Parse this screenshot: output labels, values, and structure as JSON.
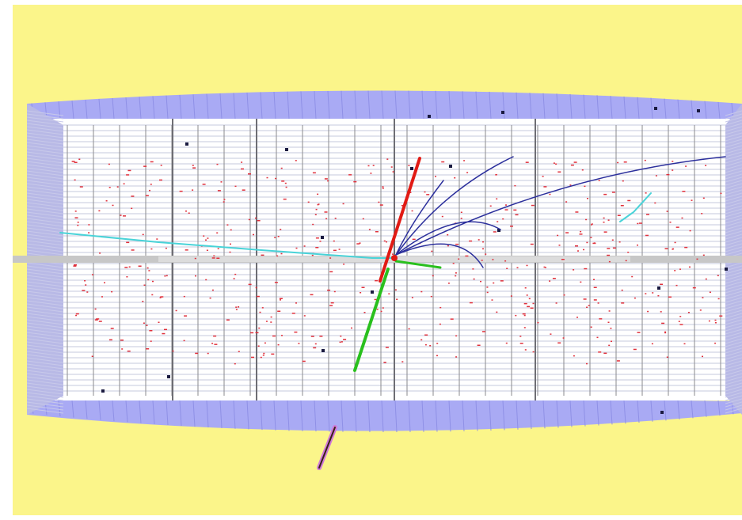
{
  "scene": {
    "description_type": "event-display",
    "colors": {
      "frame": "#ffffff",
      "background": "#fbf58a",
      "detector_band": "#a9aaf4",
      "detector_band_dark": "#8f90e6",
      "detector_body": "#ffffff",
      "grid_line": "#8a8a8e",
      "grid_line_light": "#c6c8dc",
      "end_cap": "#b8b9e6",
      "beam_pipe": "#c7c7c7",
      "hit": "#e0313c",
      "dark_hit": "#1a1a40",
      "track_blue": "#2b2f9c",
      "track_cyan": "#49d3d8",
      "track_red": "#e11a14",
      "track_green": "#29c01e",
      "muon_outer": "#d07ad8",
      "muon_inner": "#3a2218"
    },
    "tracks": [
      {
        "name": "red-jet-track",
        "color_key": "track_red"
      },
      {
        "name": "green-jet-track",
        "color_key": "track_green"
      },
      {
        "name": "cyan-track-left",
        "color_key": "track_cyan"
      },
      {
        "name": "cyan-track-right",
        "color_key": "track_cyan"
      },
      {
        "name": "blue-curved-track",
        "color_key": "track_blue"
      },
      {
        "name": "muon-track",
        "color_key": "muon_outer"
      }
    ],
    "icons": [
      "detector-barrel",
      "beam-pipe",
      "interaction-vertex"
    ]
  }
}
